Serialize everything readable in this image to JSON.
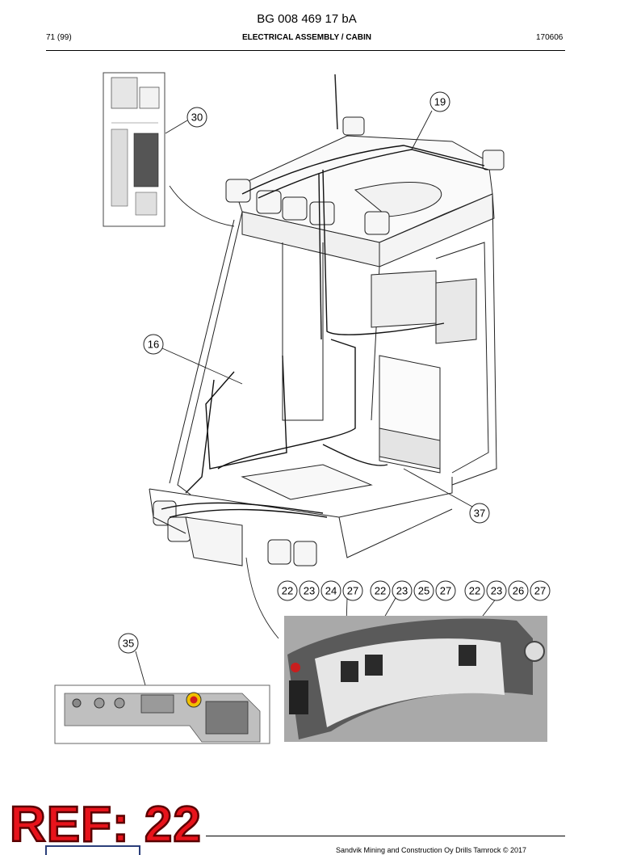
{
  "header": {
    "doc_code": "BG 008 469 17 bA",
    "page": "71 (99)",
    "section": "ELECTRICAL ASSEMBLY / CABIN",
    "date": "170606"
  },
  "callouts": {
    "c30": "30",
    "c19": "19",
    "c16": "16",
    "c37": "37",
    "c35": "35",
    "g1": [
      "22",
      "23",
      "24",
      "27"
    ],
    "g2": [
      "22",
      "23",
      "25",
      "27"
    ],
    "g3": [
      "22",
      "23",
      "26",
      "27"
    ]
  },
  "ref_label": "REF: 22",
  "footer": {
    "copyright": "Sandvik Mining and Construction Oy Drills Tamrock © 2017"
  },
  "colors": {
    "ref_red": "#e8131b",
    "logo_blue": "#2b3f7a"
  }
}
